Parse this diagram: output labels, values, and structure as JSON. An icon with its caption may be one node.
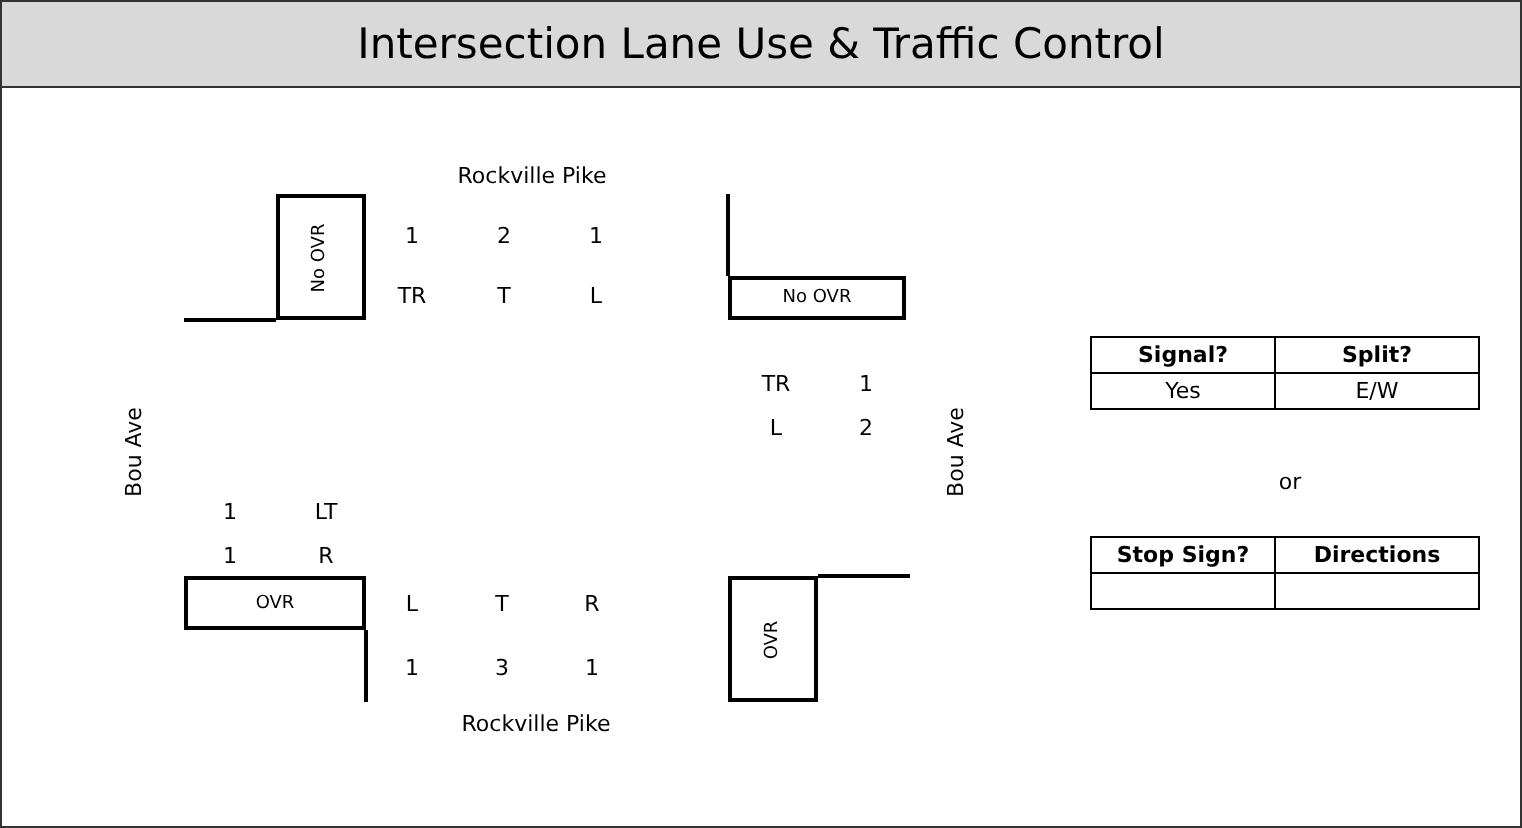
{
  "diagram": {
    "title": "Intersection Lane Use & Traffic Control",
    "nodes": [
      {
        "text": [
          "No OVR"
        ]
      },
      {
        "text": [
          "No OVR"
        ]
      },
      {
        "text": [
          "OVR"
        ]
      },
      {
        "text": [
          "OVR"
        ]
      }
    ],
    "labels": [
      "Rockville Pike",
      "1",
      "2",
      "1",
      "TR",
      "T",
      "L",
      "TR",
      "1",
      "L",
      "2",
      "Bou Ave",
      "Bou Ave",
      "1",
      "LT",
      "1",
      "R",
      "L",
      "T",
      "R",
      "1",
      "3",
      "1",
      "Rockville Pike",
      "Signal?",
      "Split?",
      "Yes",
      "E/W",
      "or",
      "Stop Sign?",
      "Directions"
    ]
  }
}
